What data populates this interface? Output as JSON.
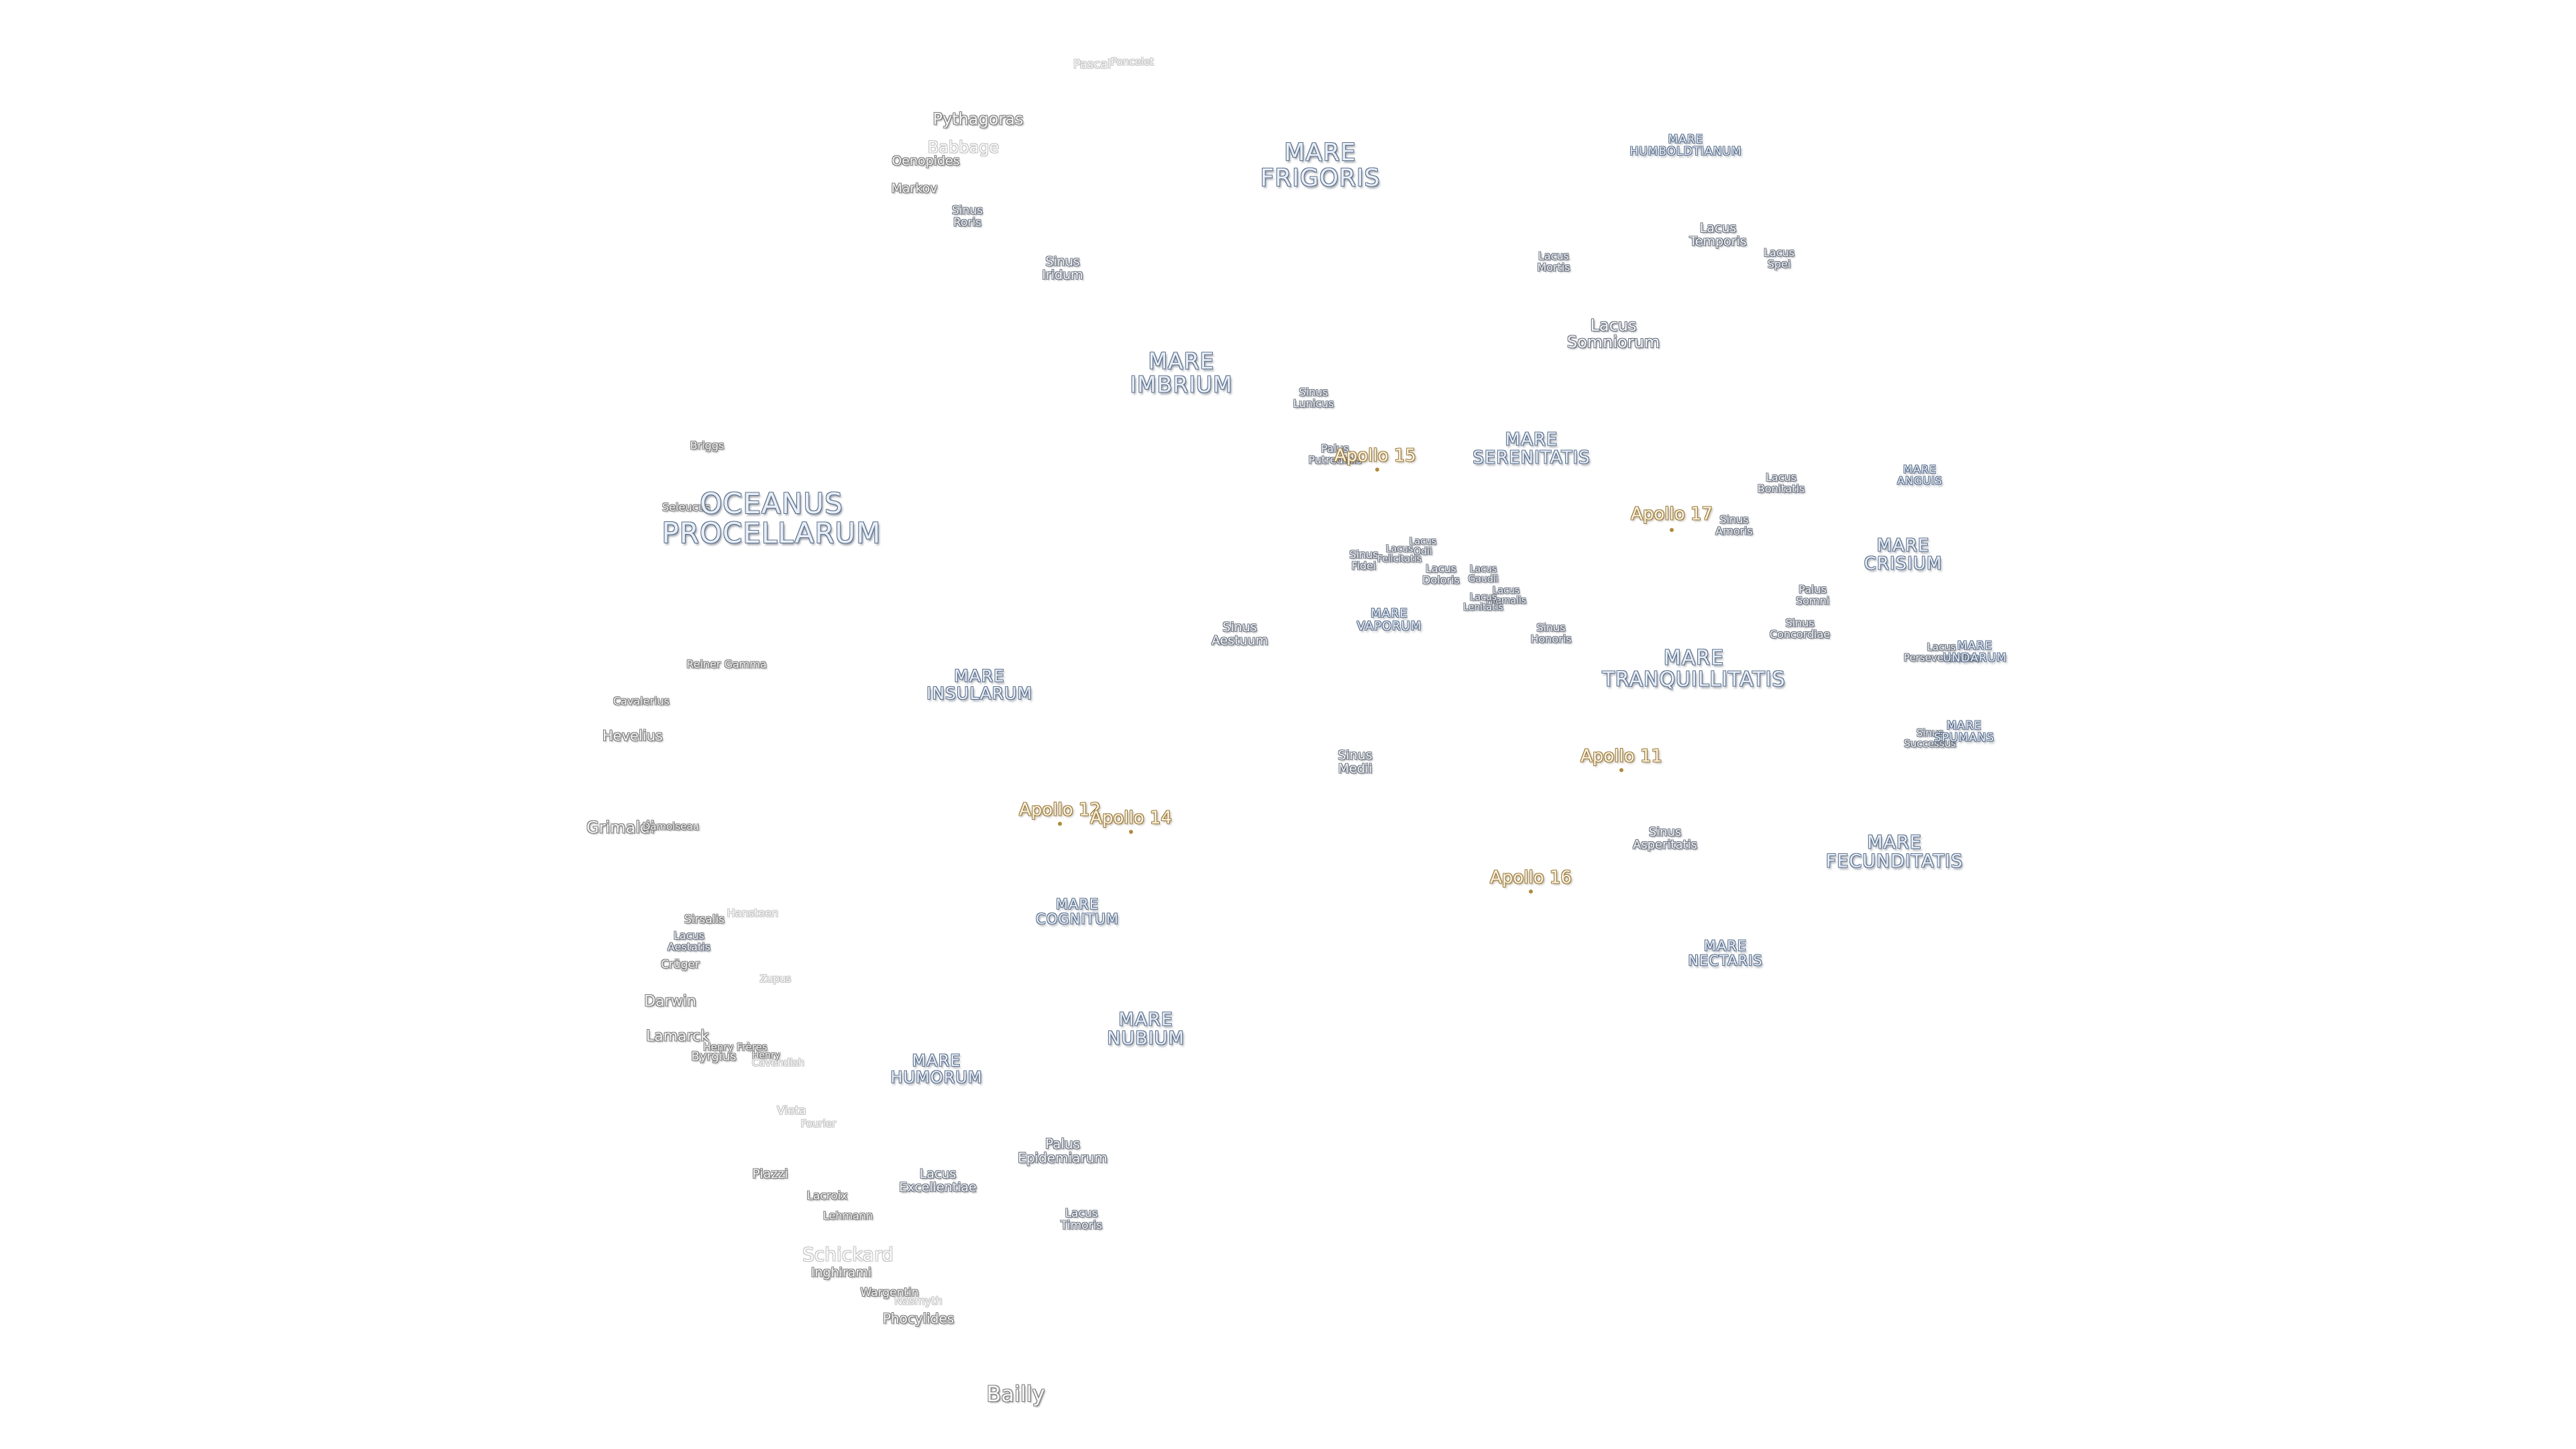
{
  "labels": [
    {
      "text": "Pascal",
      "kind": "faint"
    },
    {
      "text": "Poncelet",
      "kind": "faint"
    },
    {
      "text": "Pythagoras",
      "kind": "crater"
    },
    {
      "text": "Babbage",
      "kind": "faint"
    },
    {
      "text": "Oenopides",
      "kind": "crater"
    },
    {
      "text": "Markov",
      "kind": "crater"
    },
    {
      "text": "Sinus\nRoris",
      "kind": "feature"
    },
    {
      "text": "Sinus\nIridum",
      "kind": "feature"
    },
    {
      "text": "MARE\nFRIGORIS",
      "kind": "mare"
    },
    {
      "text": "MARE\nHUMBOLDTIANUM",
      "kind": "mare"
    },
    {
      "text": "Lacus\nTemporis",
      "kind": "feature"
    },
    {
      "text": "Lacus\nMortis",
      "kind": "feature"
    },
    {
      "text": "Lacus\nSpei",
      "kind": "feature"
    },
    {
      "text": "Lacus\nSomniorum",
      "kind": "feature"
    },
    {
      "text": "MARE\nIMBRIUM",
      "kind": "mare"
    },
    {
      "text": "Sinus\nLunicus",
      "kind": "feature"
    },
    {
      "text": "Palus\nPutredinis",
      "kind": "feature"
    },
    {
      "text": "Apollo 15",
      "kind": "apollo"
    },
    {
      "text": "MARE\nSERENITATIS",
      "kind": "mare"
    },
    {
      "text": "Lacus\nBonitatis",
      "kind": "feature"
    },
    {
      "text": "MARE\nANGUIS",
      "kind": "mare"
    },
    {
      "text": "Apollo 17",
      "kind": "apollo"
    },
    {
      "text": "Sinus\nAmoris",
      "kind": "feature"
    },
    {
      "text": "MARE\nCRISIUM",
      "kind": "mare"
    },
    {
      "text": "Briggs",
      "kind": "crater"
    },
    {
      "text": "Seleucus",
      "kind": "crater"
    },
    {
      "text": "OCEANUS\nPROCELLARUM",
      "kind": "mare"
    },
    {
      "text": "Sinus\nFidei",
      "kind": "feature"
    },
    {
      "text": "Lacus\nFelicitatis",
      "kind": "feature"
    },
    {
      "text": "Lacus\nOdii",
      "kind": "feature"
    },
    {
      "text": "Lacus\nDoloris",
      "kind": "feature"
    },
    {
      "text": "Lacus\nGaudii",
      "kind": "feature"
    },
    {
      "text": "Lacus\nHiemalis",
      "kind": "feature"
    },
    {
      "text": "Lacus\nLenitatis",
      "kind": "feature"
    },
    {
      "text": "Palus\nSomni",
      "kind": "feature"
    },
    {
      "text": "MARE\nVAPORUM",
      "kind": "mare"
    },
    {
      "text": "Sinus\nAestuum",
      "kind": "feature"
    },
    {
      "text": "Sinus\nHonoris",
      "kind": "feature"
    },
    {
      "text": "Sinus\nConcordiae",
      "kind": "feature"
    },
    {
      "text": "MARE\nTRANQUILLITATIS",
      "kind": "mare"
    },
    {
      "text": "Lacus\nPerseverantiae",
      "kind": "feature"
    },
    {
      "text": "MARE\nUNDARUM",
      "kind": "mare"
    },
    {
      "text": "Reiner Gamma",
      "kind": "crater"
    },
    {
      "text": "MARE\nINSULARUM",
      "kind": "mare"
    },
    {
      "text": "Cavalerius",
      "kind": "crater"
    },
    {
      "text": "Hevelius",
      "kind": "crater"
    },
    {
      "text": "Sinus\nSuccessus",
      "kind": "feature"
    },
    {
      "text": "MARE\nSPUMANS",
      "kind": "mare"
    },
    {
      "text": "Sinus\nMedii",
      "kind": "feature"
    },
    {
      "text": "Apollo 11",
      "kind": "apollo"
    },
    {
      "text": "Apollo 12",
      "kind": "apollo"
    },
    {
      "text": "Apollo 14",
      "kind": "apollo"
    },
    {
      "text": "Grimaldi",
      "kind": "crater"
    },
    {
      "text": "Damoiseau",
      "kind": "crater"
    },
    {
      "text": "Sinus\nAsperitatis",
      "kind": "feature"
    },
    {
      "text": "MARE\nFECUNDITATIS",
      "kind": "mare"
    },
    {
      "text": "Apollo 16",
      "kind": "apollo"
    },
    {
      "text": "MARE\nCOGNITUM",
      "kind": "mare"
    },
    {
      "text": "Hansteen",
      "kind": "faint"
    },
    {
      "text": "Sirsalis",
      "kind": "crater"
    },
    {
      "text": "Lacus\nAestatis",
      "kind": "feature"
    },
    {
      "text": "Crüger",
      "kind": "crater"
    },
    {
      "text": "MARE\nNECTARIS",
      "kind": "mare"
    },
    {
      "text": "Zupus",
      "kind": "faint"
    },
    {
      "text": "Darwin",
      "kind": "crater"
    },
    {
      "text": "MARE\nNUBIUM",
      "kind": "mare"
    },
    {
      "text": "Lamarck",
      "kind": "crater"
    },
    {
      "text": "Henry Frères",
      "kind": "crater"
    },
    {
      "text": "Henry",
      "kind": "crater"
    },
    {
      "text": "Byrgius",
      "kind": "crater"
    },
    {
      "text": "Cavendish",
      "kind": "faint"
    },
    {
      "text": "MARE\nHUMORUM",
      "kind": "mare"
    },
    {
      "text": "Vieta",
      "kind": "faint"
    },
    {
      "text": "Fourier",
      "kind": "faint"
    },
    {
      "text": "Palus\nEpidemiarum",
      "kind": "feature"
    },
    {
      "text": "Piazzi",
      "kind": "crater"
    },
    {
      "text": "Lacus\nExcellentiae",
      "kind": "feature"
    },
    {
      "text": "Lacroix",
      "kind": "crater"
    },
    {
      "text": "Lehmann",
      "kind": "crater"
    },
    {
      "text": "Lacus\nTimoris",
      "kind": "feature"
    },
    {
      "text": "Schickard",
      "kind": "faint"
    },
    {
      "text": "Inghirami",
      "kind": "crater"
    },
    {
      "text": "Wargentin",
      "kind": "crater"
    },
    {
      "text": "Nasmyth",
      "kind": "faint"
    },
    {
      "text": "Phocylides",
      "kind": "crater"
    },
    {
      "text": "Bailly",
      "kind": "crater"
    }
  ]
}
